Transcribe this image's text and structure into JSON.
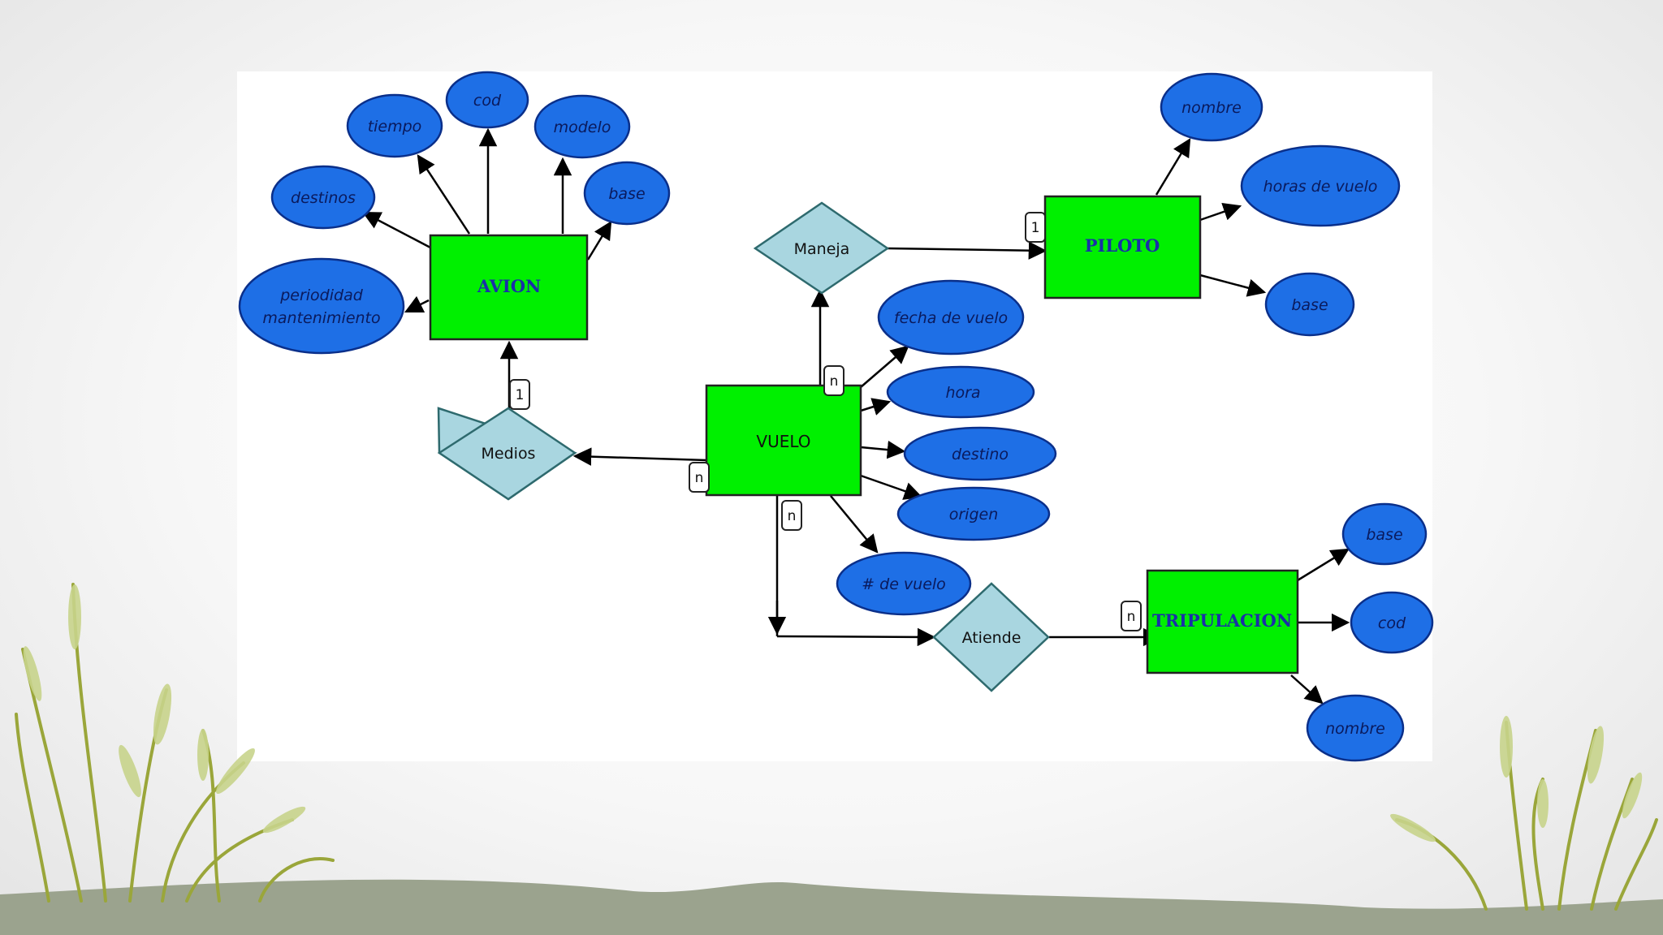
{
  "diagram": {
    "entities": {
      "avion": "AVION",
      "piloto": "PILOTO",
      "vuelo": "VUELO",
      "tripulacion": "TRIPULACION"
    },
    "relationships": {
      "medios": "Medios",
      "maneja": "Maneja",
      "atiende": "Atiende"
    },
    "attributes": {
      "avion": {
        "tiempo": "tiempo",
        "cod": "cod",
        "modelo": "modelo",
        "destinos": "destinos",
        "base": "base",
        "periodicidad_line1": "periodidad",
        "periodicidad_line2": "mantenimiento"
      },
      "piloto": {
        "nombre": "nombre",
        "horas": "horas de vuelo",
        "base": "base"
      },
      "vuelo": {
        "fecha": "fecha de vuelo",
        "hora": "hora",
        "destino": "destino",
        "origen": "origen",
        "numero": "# de vuelo"
      },
      "tripulacion": {
        "base": "base",
        "cod": "cod",
        "nombre": "nombre"
      }
    },
    "cardinalities": {
      "medios_avion": "1",
      "medios_vuelo": "n",
      "maneja_piloto": "1",
      "maneja_vuelo": "n",
      "atiende_vuelo": "n",
      "atiende_tripulacion": "n"
    },
    "colors": {
      "entity_fill": "#00f000",
      "attribute_fill": "#1e6fe6",
      "relationship_fill": "#a9d6e0",
      "ground": "#9ba38e",
      "grass": "#b5c46a"
    }
  }
}
